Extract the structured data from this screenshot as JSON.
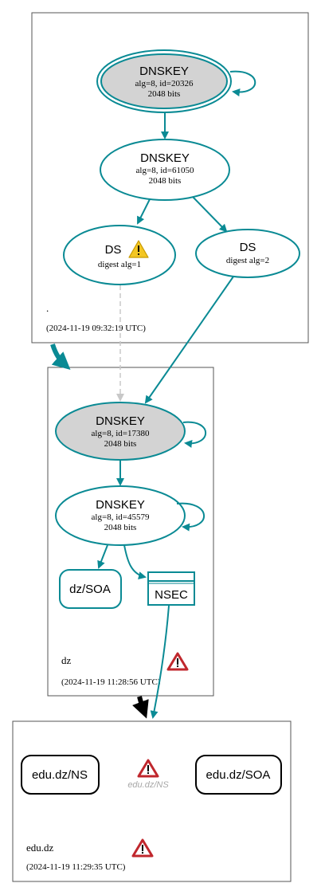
{
  "zones": {
    "root": {
      "name": ".",
      "timestamp": "(2024-11-19 09:32:19 UTC)"
    },
    "dz": {
      "name": "dz",
      "timestamp": "(2024-11-19 11:28:56 UTC)"
    },
    "edu_dz": {
      "name": "edu.dz",
      "timestamp": "(2024-11-19 11:29:35 UTC)"
    }
  },
  "nodes": {
    "root_ksk": {
      "title": "DNSKEY",
      "line1": "alg=8, id=20326",
      "line2": "2048 bits"
    },
    "root_zsk": {
      "title": "DNSKEY",
      "line1": "alg=8, id=61050",
      "line2": "2048 bits"
    },
    "ds1": {
      "title": "DS",
      "line1": "digest alg=1"
    },
    "ds2": {
      "title": "DS",
      "line1": "digest alg=2"
    },
    "dz_ksk": {
      "title": "DNSKEY",
      "line1": "alg=8, id=17380",
      "line2": "2048 bits"
    },
    "dz_zsk": {
      "title": "DNSKEY",
      "line1": "alg=8, id=45579",
      "line2": "2048 bits"
    },
    "dz_soa": {
      "title": "dz/SOA"
    },
    "nsec": {
      "title": "NSEC"
    },
    "edu_ns": {
      "title": "edu.dz/NS"
    },
    "edu_soa": {
      "title": "edu.dz/SOA"
    },
    "edu_ns_missing": {
      "title": "edu.dz/NS"
    }
  },
  "colors": {
    "teal": "#0a8a94",
    "gray_fill": "#d3d3d3",
    "zone_border": "#555555",
    "dashed": "#c8c8c8",
    "warning_yellow": "#f3c623",
    "error_red": "#c0272d",
    "black": "#000000",
    "missing_text": "#a8a8a8"
  },
  "icons": {
    "warning": "warning-triangle-icon",
    "error": "error-triangle-icon"
  }
}
